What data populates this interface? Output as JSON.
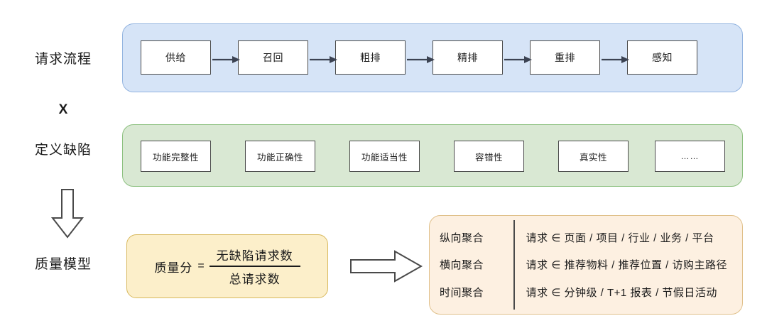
{
  "left_labels": {
    "flow": "请求流程",
    "cross": "X",
    "defect": "定义缺陷",
    "quality": "质量模型"
  },
  "flow_band": {
    "nodes": [
      {
        "label": "供给"
      },
      {
        "label": "召回"
      },
      {
        "label": "粗排"
      },
      {
        "label": "精排"
      },
      {
        "label": "重排"
      },
      {
        "label": "感知"
      }
    ],
    "color": "#d6e4f7",
    "border_color": "#93b4e0"
  },
  "defect_band": {
    "nodes": [
      {
        "label": "功能完整性"
      },
      {
        "label": "功能正确性"
      },
      {
        "label": "功能适当性"
      },
      {
        "label": "容错性"
      },
      {
        "label": "真实性"
      },
      {
        "label": "……"
      }
    ],
    "color": "#d9e8d3",
    "border_color": "#8cc07f"
  },
  "formula": {
    "lhs": "质量分",
    "equals": "=",
    "numerator": "无缺陷请求数",
    "denominator": "总请求数",
    "color": "#fcefca",
    "border_color": "#d8b95e"
  },
  "aggregation": {
    "color": "#fdf0e1",
    "border_color": "#e0c08a",
    "rows": [
      {
        "key": "纵向聚合",
        "value": "请求 ∈ 页面 / 项目 / 行业 / 业务 / 平台"
      },
      {
        "key": "横向聚合",
        "value": "请求 ∈ 推荐物料 / 推荐位置 / 访购主路径"
      },
      {
        "key": "时间聚合",
        "value": "请求 ∈ 分钟级 / T+1 报表 / 节假日活动"
      }
    ]
  },
  "icons": {
    "down_arrow": "hollow-down-arrow",
    "right_arrow": "hollow-right-arrow",
    "connector": "arrow-right"
  }
}
